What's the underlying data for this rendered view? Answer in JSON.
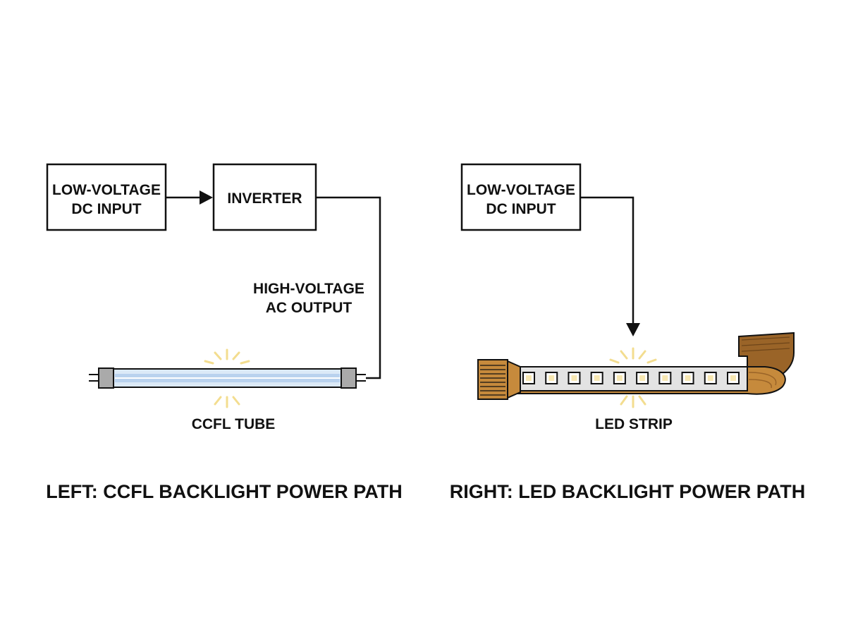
{
  "left": {
    "input_box": {
      "line1": "LOW-VOLTAGE",
      "line2": "DC INPUT"
    },
    "inverter_box": {
      "label": "INVERTER"
    },
    "output_label": {
      "line1": "HIGH-VOLTAGE",
      "line2": "AC OUTPUT"
    },
    "lamp_label": "CCFL TUBE",
    "caption": "LEFT: CCFL BACKLIGHT POWER PATH"
  },
  "right": {
    "input_box": {
      "line1": "LOW-VOLTAGE",
      "line2": "DC INPUT"
    },
    "lamp_label": "LED STRIP",
    "led_count": 10,
    "caption": "RIGHT: LED BACKLIGHT POWER PATH"
  },
  "colors": {
    "ink": "#111111",
    "tube_glass": "#dbe9f7",
    "tube_glow": "#b9d2ee",
    "end_cap": "#aaaaaa",
    "strip_copper": "#c68a3c",
    "strip_dark": "#9a6428",
    "strip_body": "#e3e3e3",
    "led_chip": "#f7e7b2",
    "glow_rays": "#f3dd8f"
  },
  "icons": [
    "arrow-right-icon",
    "arrow-down-icon",
    "glow-rays-icon",
    "ccfl-tube-icon",
    "led-strip-icon"
  ]
}
